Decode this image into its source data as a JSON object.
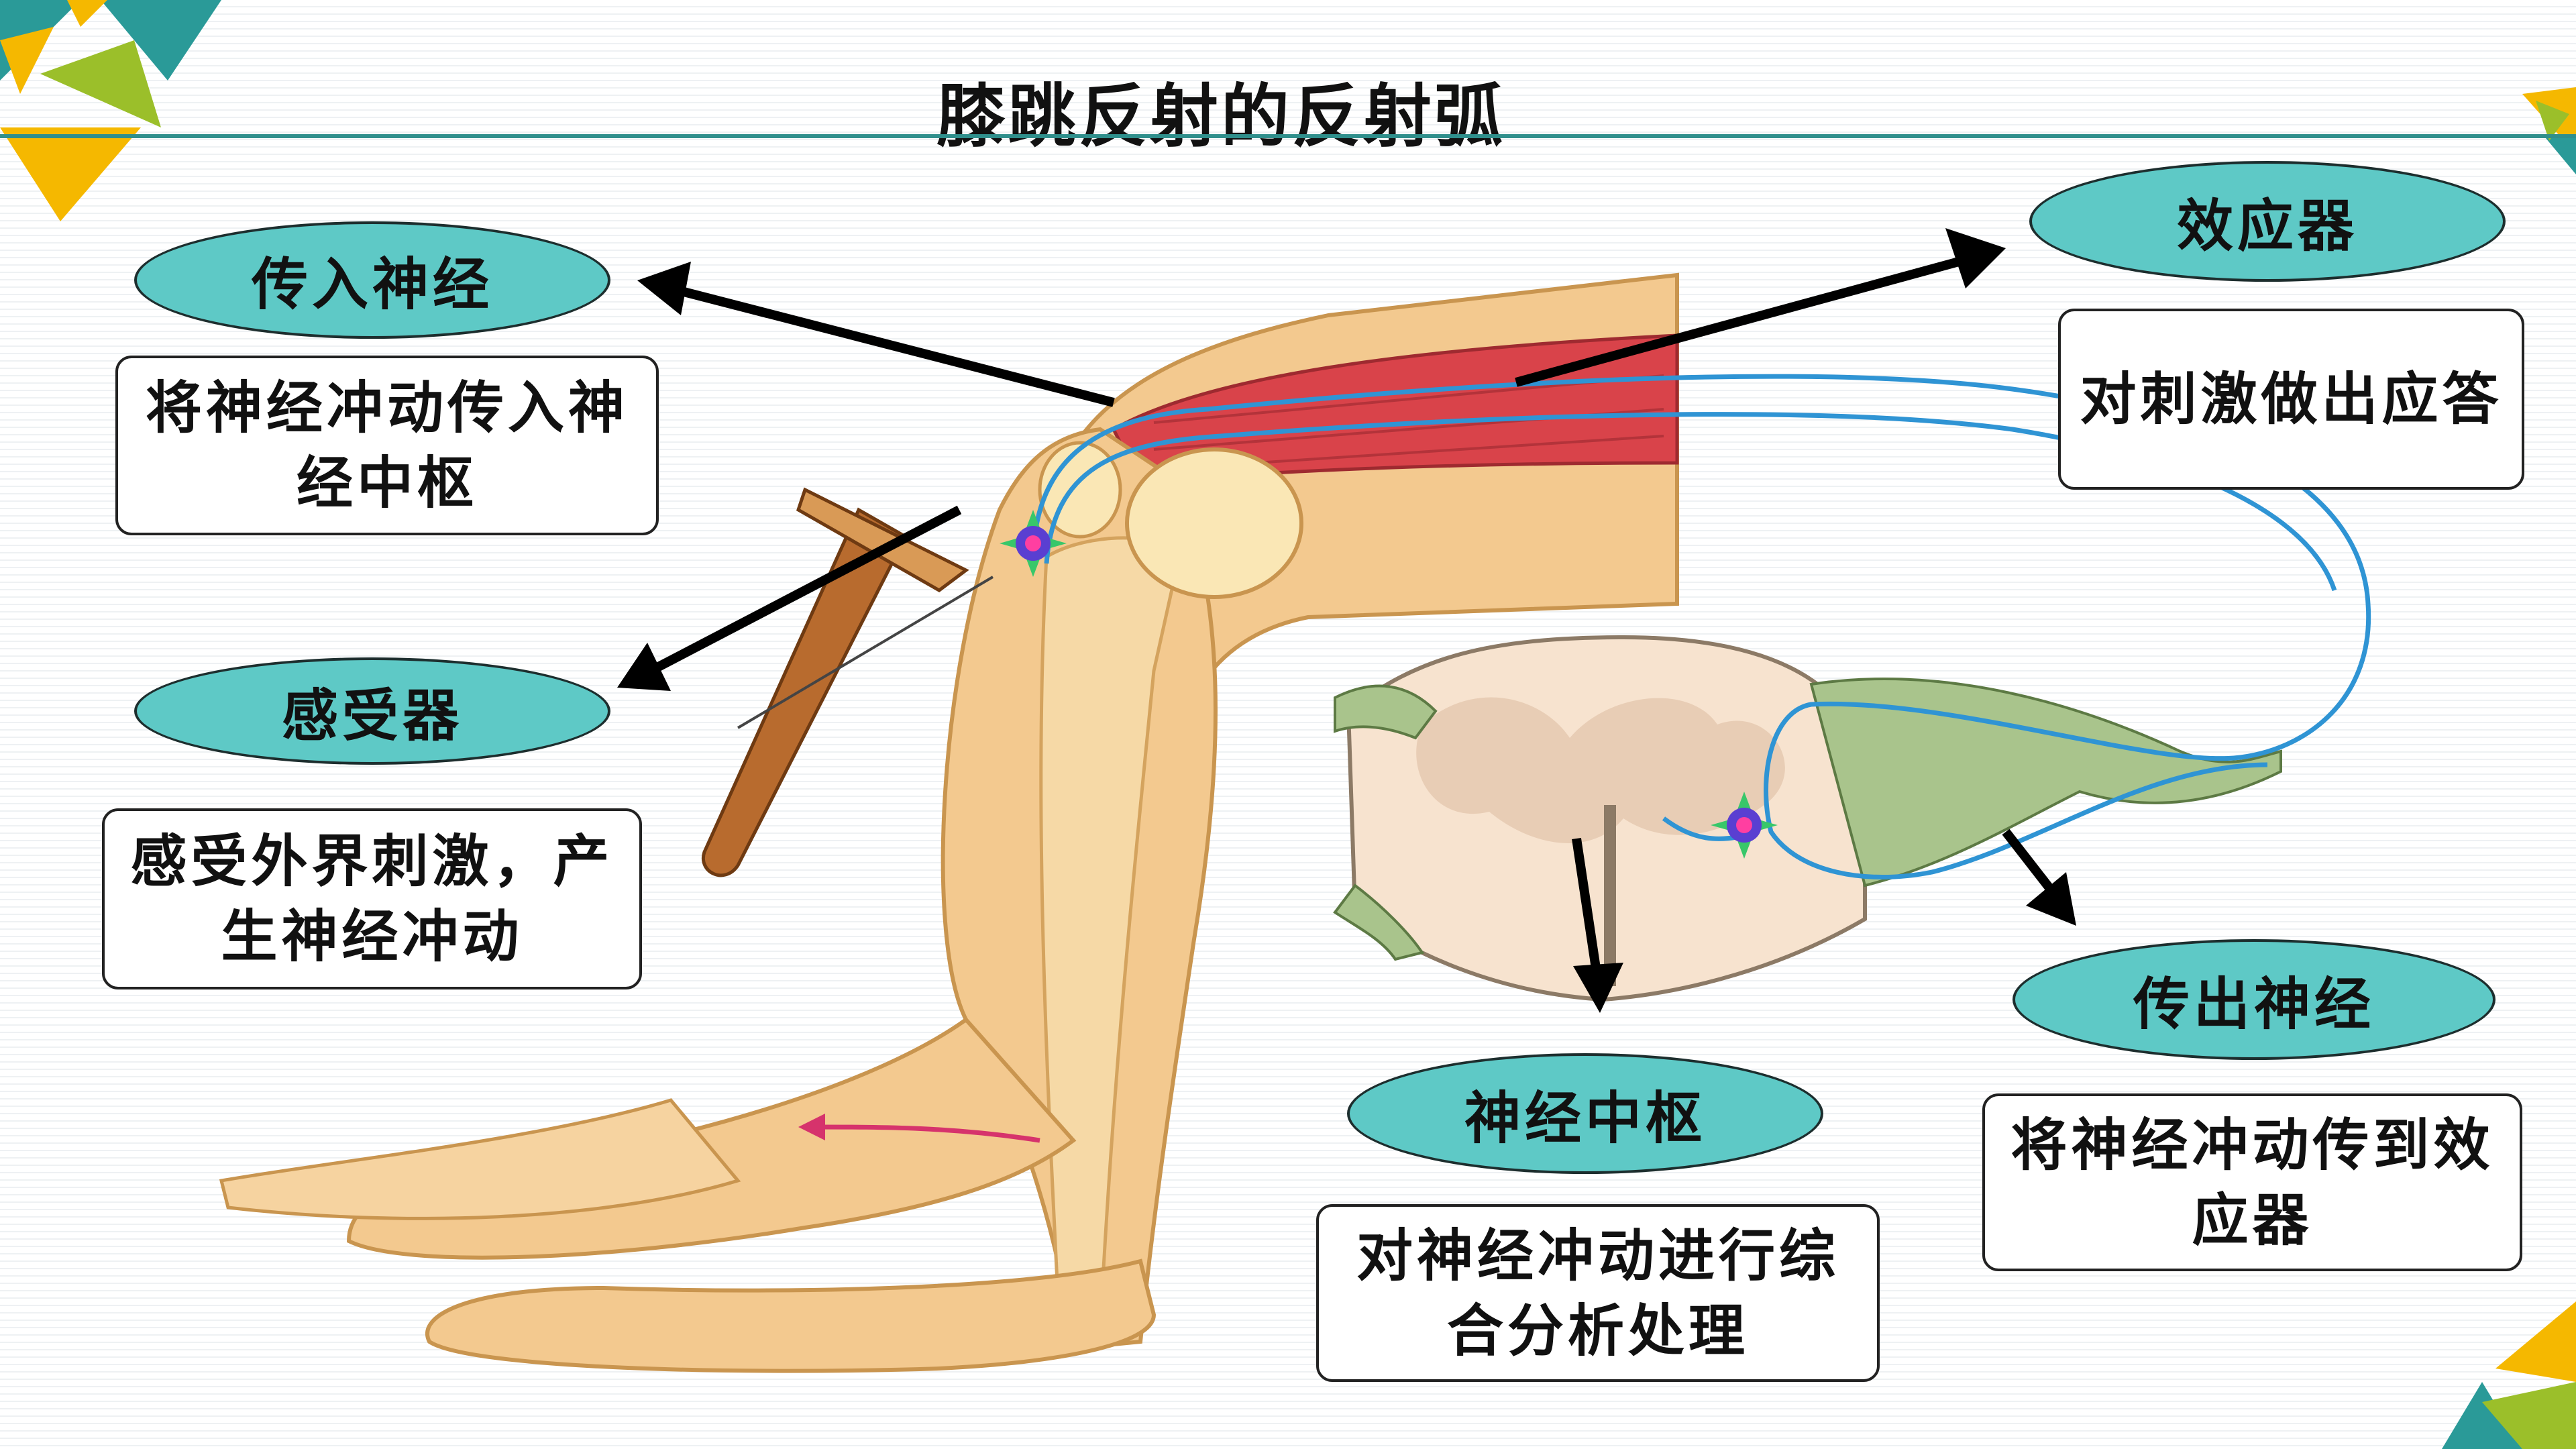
{
  "title": "膝跳反射的反射弧",
  "labels": {
    "afferent": {
      "name": "传入神经",
      "desc": "将神经冲动传入神经中枢"
    },
    "receptor": {
      "name": "感受器",
      "desc": "感受外界刺激，产生神经冲动"
    },
    "center": {
      "name": "神经中枢",
      "desc": "对神经冲动进行综合分析处理"
    },
    "efferent": {
      "name": "传出神经",
      "desc": "将神经冲动传到效应器"
    },
    "effector": {
      "name": "效应器",
      "desc": "对刺激做出应答"
    }
  },
  "colors": {
    "pill_fill": "#5ec9c6",
    "rule": "#2f8f8c",
    "skin": "#f3c98f",
    "muscle": "#d9434a",
    "nerve": "#2f94d4",
    "accent_teal": "#2a9a98",
    "accent_yellow": "#f5b800",
    "accent_green": "#9bbf2a"
  }
}
